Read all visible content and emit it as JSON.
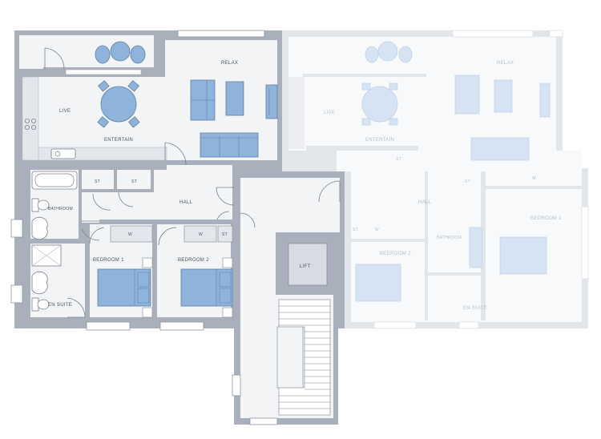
{
  "unit_left": {
    "rooms": {
      "relax": "RELAX",
      "live": "LIVE",
      "entertain": "ENTERTAIN",
      "hall": "HALL",
      "bathroom": "BATHROOM",
      "bedroom1": "BEDROOM 1",
      "bedroom2": "BEDROOM 2",
      "ensuite": "EN SUITE"
    },
    "storage": {
      "st_a": "ST",
      "st_b": "ST",
      "st_c": "ST",
      "w_a": "W",
      "w_b": "W"
    }
  },
  "core": {
    "lift": "LIFT"
  },
  "unit_right": {
    "rooms": {
      "relax": "RELAX",
      "live": "LIVE",
      "entertain": "ENTERTAIN",
      "hall": "HALL",
      "bathroom": "BATHROOM",
      "bedroom1": "BEDROOM 1",
      "bedroom2": "BEDROOM 2",
      "ensuite": "EN SUITE"
    },
    "storage": {
      "st_a": "ST",
      "st_b": "ST",
      "st_c": "ST",
      "w_a": "W",
      "w_b": "W"
    }
  },
  "colors": {
    "wall": "#a9afbb",
    "floor": "#f3f4f6",
    "furniture": "#8fb4dc",
    "furniture_stroke": "#5f7fa6",
    "faded_wall": "#e2e5ea",
    "faded_furniture": "#d6e3f2"
  }
}
